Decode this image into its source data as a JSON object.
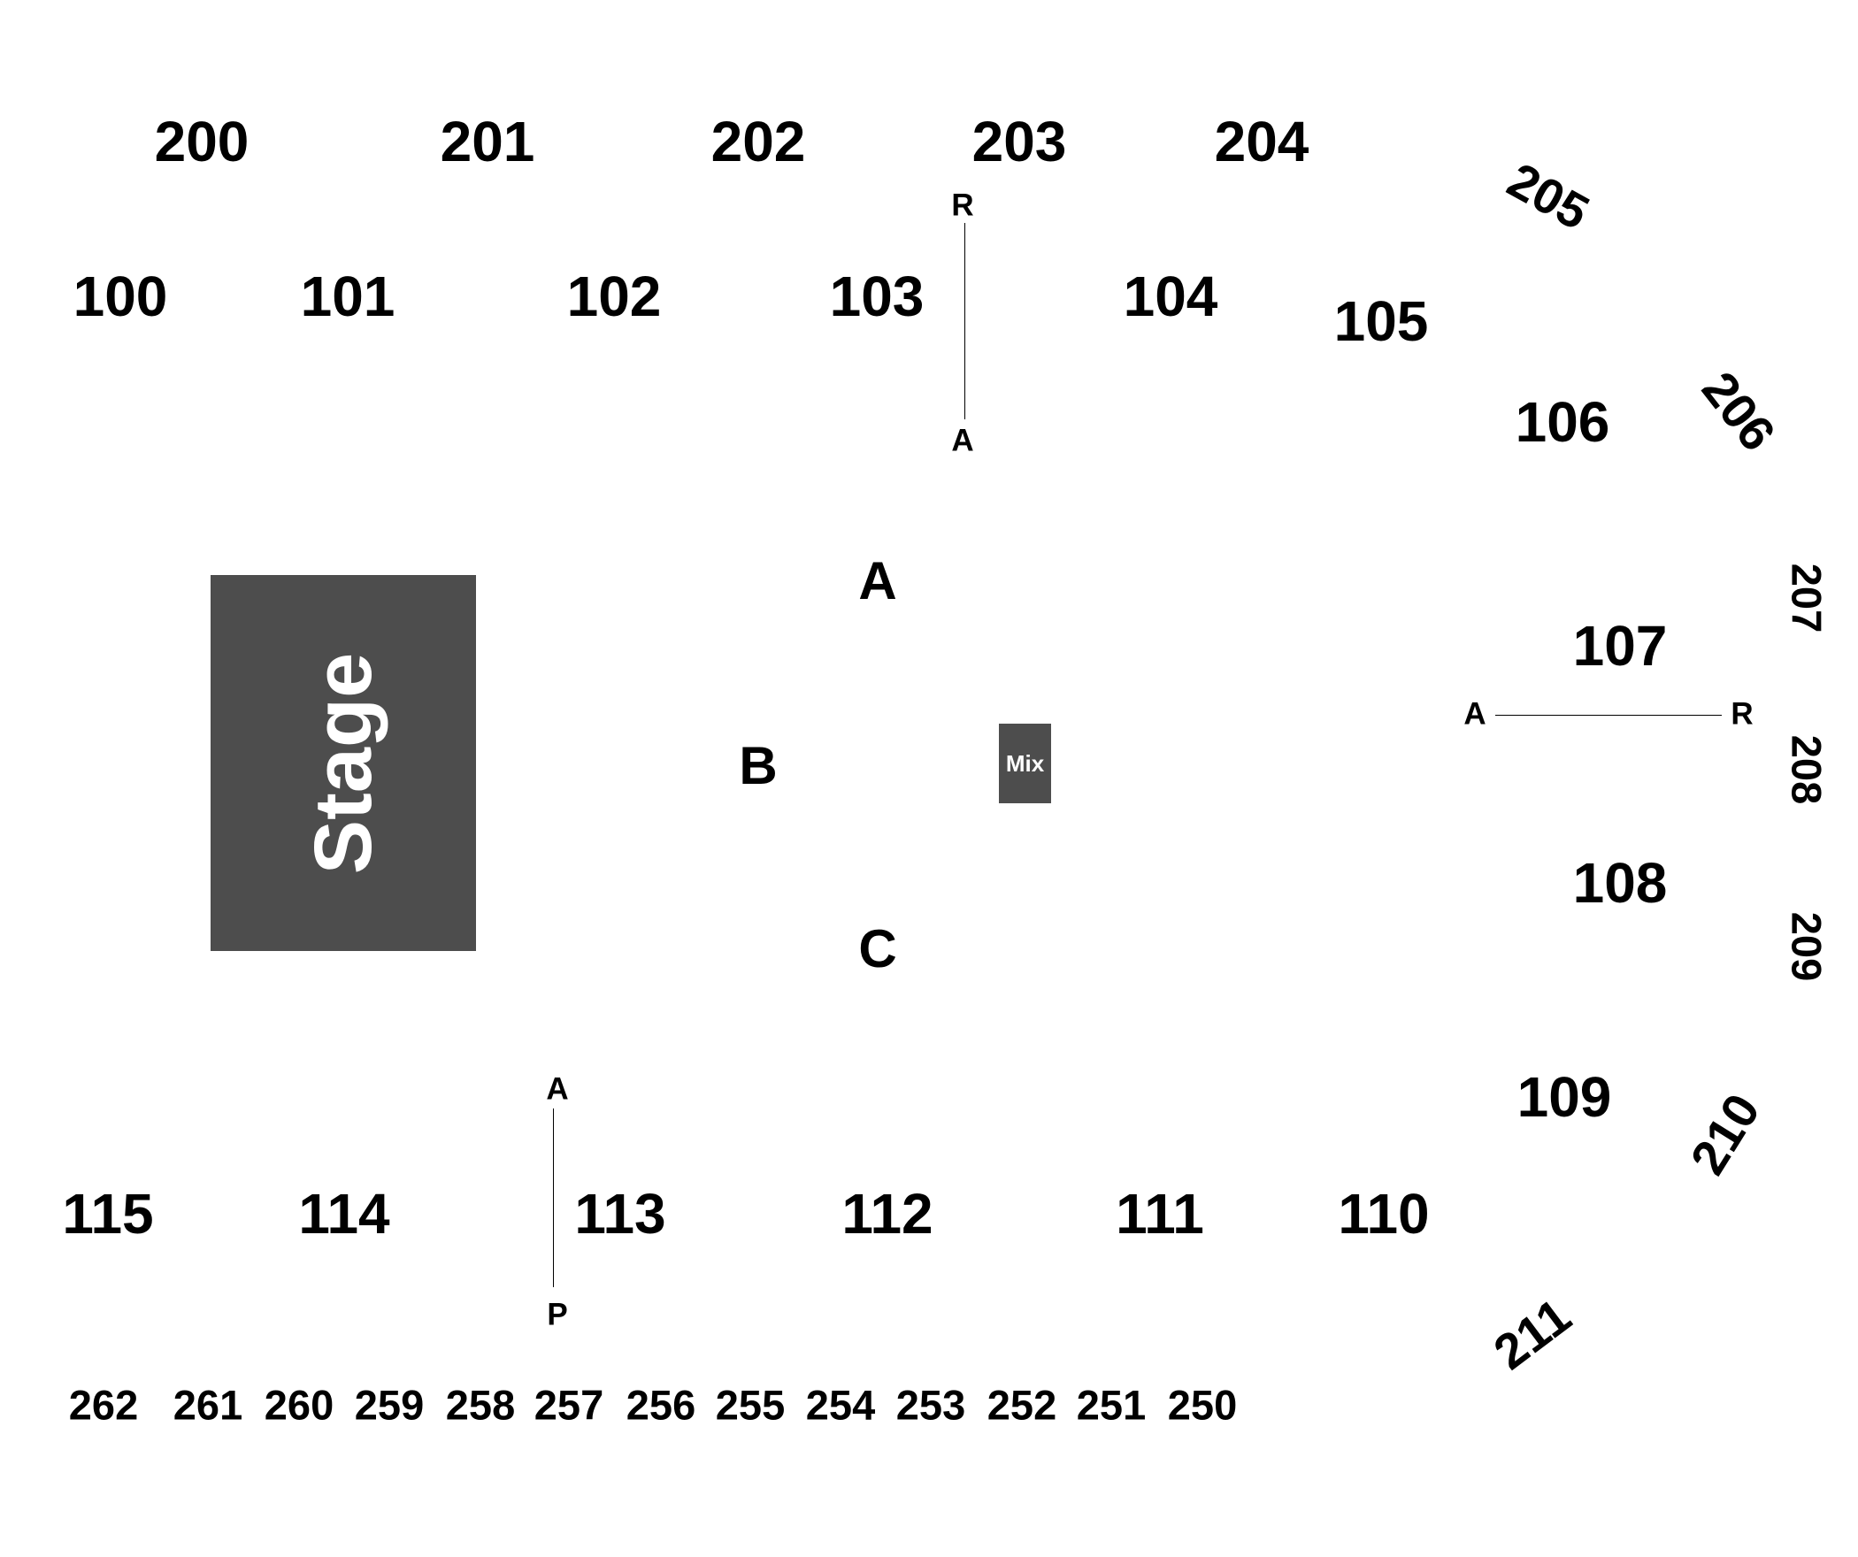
{
  "upper_sections": [
    "200",
    "201",
    "202",
    "203",
    "204",
    "205",
    "206",
    "207",
    "208",
    "209",
    "210",
    "211"
  ],
  "lower_sections_top": [
    "100",
    "101",
    "102",
    "103",
    "104",
    "105",
    "106"
  ],
  "lower_sections_right": [
    "107",
    "108",
    "109"
  ],
  "lower_sections_bottom": [
    "110",
    "111",
    "112",
    "113",
    "114",
    "115"
  ],
  "rear_sections": [
    "262",
    "261",
    "260",
    "259",
    "258",
    "257",
    "256",
    "255",
    "254",
    "253",
    "252",
    "251",
    "250"
  ],
  "floor_sections": [
    "A",
    "B",
    "C"
  ],
  "stage": {
    "label": "Stage",
    "color": "#4d4d4d"
  },
  "mix": {
    "label": "Mix",
    "color": "#4d4d4d"
  },
  "row_markers": {
    "section_103": {
      "start": "R",
      "end": "A"
    },
    "section_107": {
      "start": "A",
      "end": "R"
    },
    "section_113": {
      "start": "A",
      "end": "P"
    }
  }
}
